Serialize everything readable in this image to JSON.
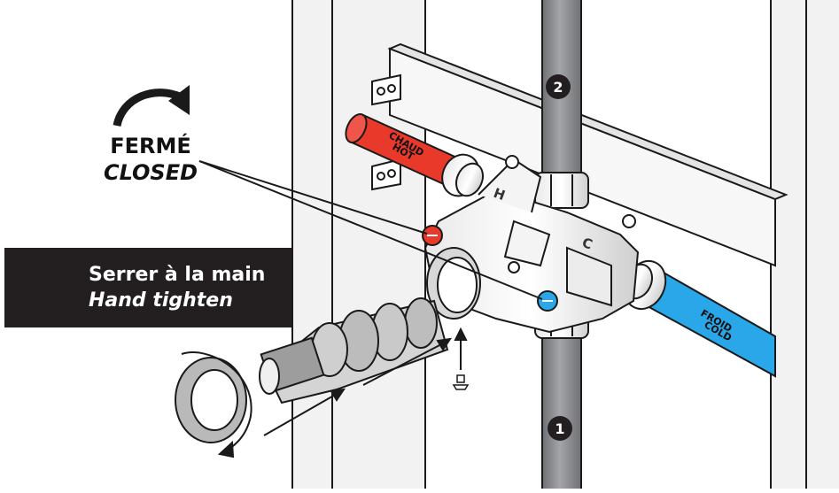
{
  "labels": {
    "closed_fr": "FERMÉ",
    "closed_en": "CLOSED",
    "warning_fr": "Serrer à la main",
    "warning_en": "Hand tighten",
    "hot_fr": "CHAUD",
    "hot_en": "HOT",
    "cold_fr": "FROID",
    "cold_en": "COLD",
    "valve_hot_mark": "H",
    "valve_cold_mark": "C",
    "port_top": "2",
    "port_bottom": "1"
  },
  "colors": {
    "hot_pipe": "#e8392b",
    "cold_pipe": "#2aa7e8",
    "pipe_gray": "#8c8d90",
    "warning_bg": "#231f20",
    "stroke": "#1a1a1a"
  }
}
